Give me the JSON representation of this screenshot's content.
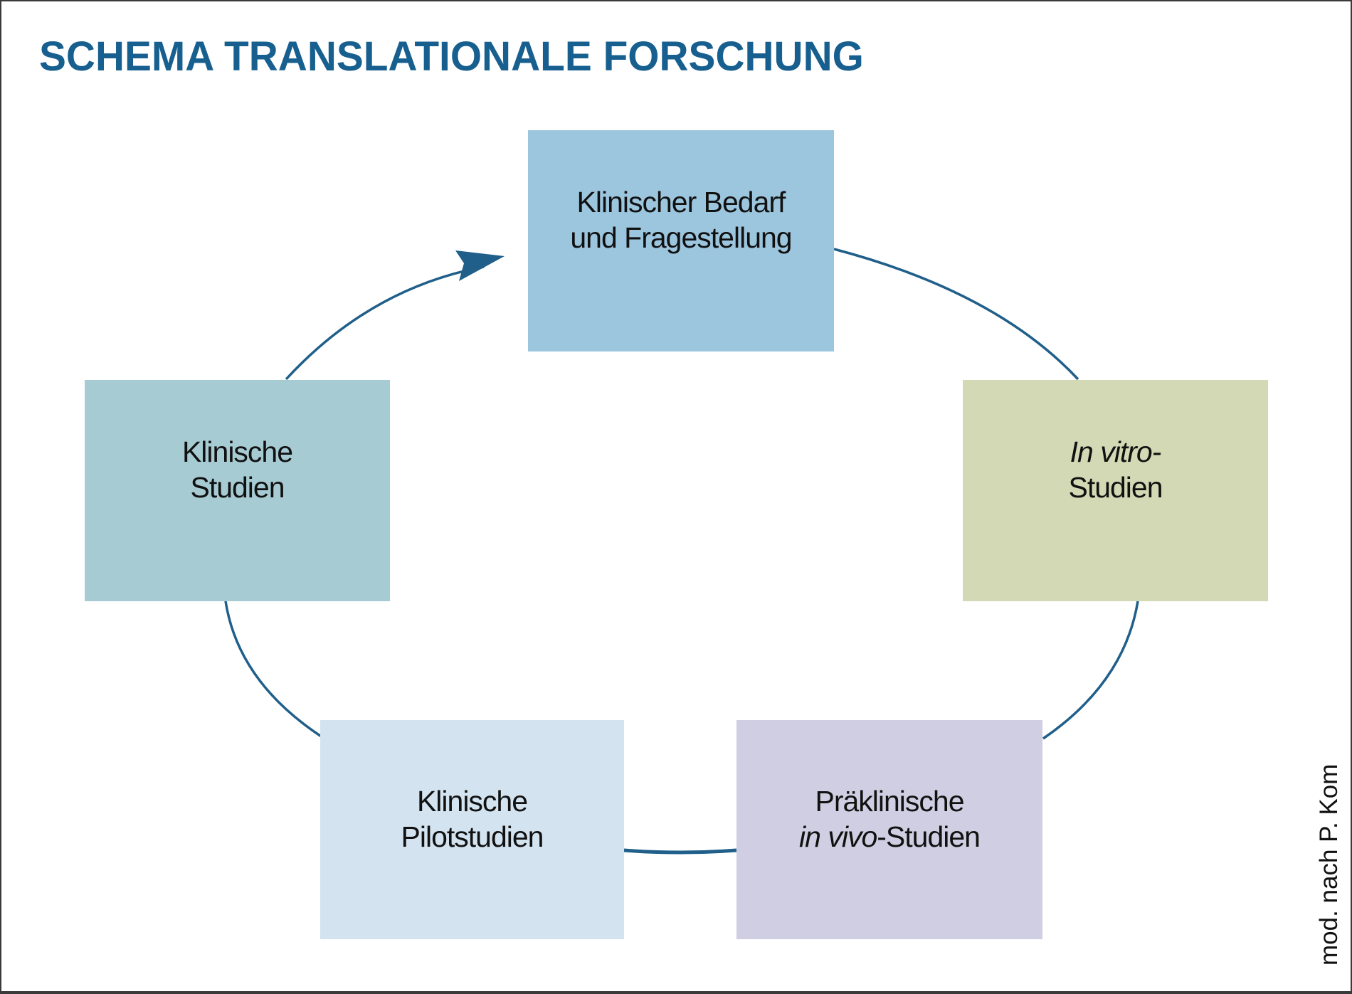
{
  "title": "SCHEMA TRANSLATIONALE FORSCHUNG",
  "nodes": {
    "top": {
      "line1": "Klinischer Bedarf",
      "line2": "und Fragestellung"
    },
    "right": {
      "line1": "In vitro-",
      "line2": "Studien"
    },
    "bottom_right": {
      "line1": "Präklinische",
      "line2_italic": "in vivo",
      "line2_rest": "-Studien"
    },
    "bottom_left": {
      "line1": "Klinische",
      "line2": "Pilotstudien"
    },
    "left": {
      "line1": "Klinische",
      "line2": "Studien"
    }
  },
  "credit": "mod. nach P. Kom",
  "colors": {
    "title": "#175f8f",
    "connector": "#1f5f8a",
    "top": "#9cc5de",
    "left": "#a6cbd3",
    "right": "#d4d9b5",
    "bottom_left": "#d3e3f0",
    "bottom_right": "#d0cee2"
  }
}
